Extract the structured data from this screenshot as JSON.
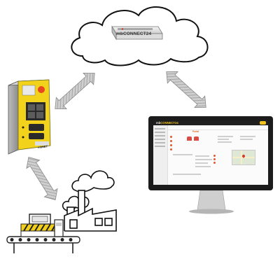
{
  "cloud": {
    "portal_label": "mbCONNECT24"
  },
  "router": {
    "model_label": "mbNET"
  },
  "portal_screen": {
    "brand_prefix": "mb",
    "brand_name": "CONNECT24",
    "panel_title": "Portal"
  },
  "badge": {
    "icon": "key-icon",
    "color": "#f07d2b"
  },
  "colors": {
    "router_body": "#f2d21b",
    "arrow_fill": "#b9b9b9",
    "status_red": "#d94b45",
    "accent_orange": "#e46a1f"
  }
}
